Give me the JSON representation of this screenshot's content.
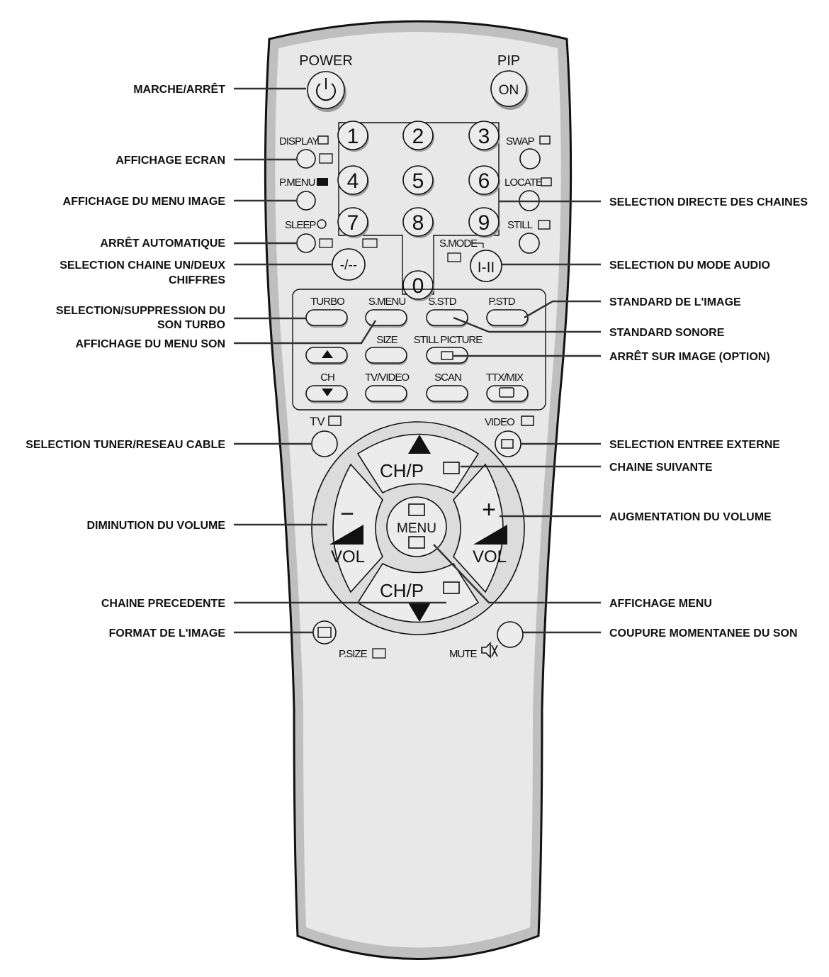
{
  "remote": {
    "power_label": "POWER",
    "pip_label": "PIP",
    "pip_button": "ON",
    "digits": [
      "1",
      "2",
      "3",
      "4",
      "5",
      "6",
      "7",
      "8",
      "9",
      "0"
    ],
    "display_label": "DISPLAY",
    "swap_label": "SWAP",
    "pmenu_label": "P.MENU",
    "locate_label": "LOCATE",
    "sleep_label": "SLEEP",
    "still_label": "STILL",
    "dash_button": "-/--",
    "smode_label": "S.MODE",
    "audio_button": "I-II",
    "turbo_label": "TURBO",
    "smenu_label": "S.MENU",
    "sstd_label": "S.STD",
    "pstd_label": "P.STD",
    "size_label": "SIZE",
    "still_picture_label": "STILL PICTURE",
    "ch_label": "CH",
    "tvvideo_label": "TV/VIDEO",
    "scan_label": "SCAN",
    "ttxmix_label": "TTX/MIX",
    "tv_label": "TV",
    "video_label": "VIDEO",
    "chp_label": "CH/P",
    "vol_label": "VOL",
    "minus_sign": "−",
    "plus_sign": "+",
    "menu_label": "MENU",
    "psize_label": "P.SIZE",
    "mute_label": "MUTE"
  },
  "callouts": {
    "left": [
      "MARCHE/ARRÊT",
      "AFFICHAGE ECRAN",
      "AFFICHAGE DU MENU IMAGE",
      "ARRÊT AUTOMATIQUE",
      "SELECTION CHAINE UN/DEUX",
      "CHIFFRES",
      "SELECTION/SUPPRESSION DU",
      "SON TURBO",
      "AFFICHAGE DU MENU SON",
      "SELECTION TUNER/RESEAU CABLE",
      "DIMINUTION DU VOLUME",
      "CHAINE PRECEDENTE",
      "FORMAT DE L'IMAGE"
    ],
    "right": [
      "SELECTION DIRECTE DES CHAINES",
      "SELECTION DU MODE AUDIO",
      "STANDARD DE L'IMAGE",
      "STANDARD SONORE",
      "ARRÊT SUR IMAGE (OPTION)",
      "SELECTION ENTREE EXTERNE",
      "CHAINE SUIVANTE",
      "AUGMENTATION DU VOLUME",
      "AFFICHAGE MENU",
      "COUPURE MOMENTANEE DU SON"
    ]
  }
}
